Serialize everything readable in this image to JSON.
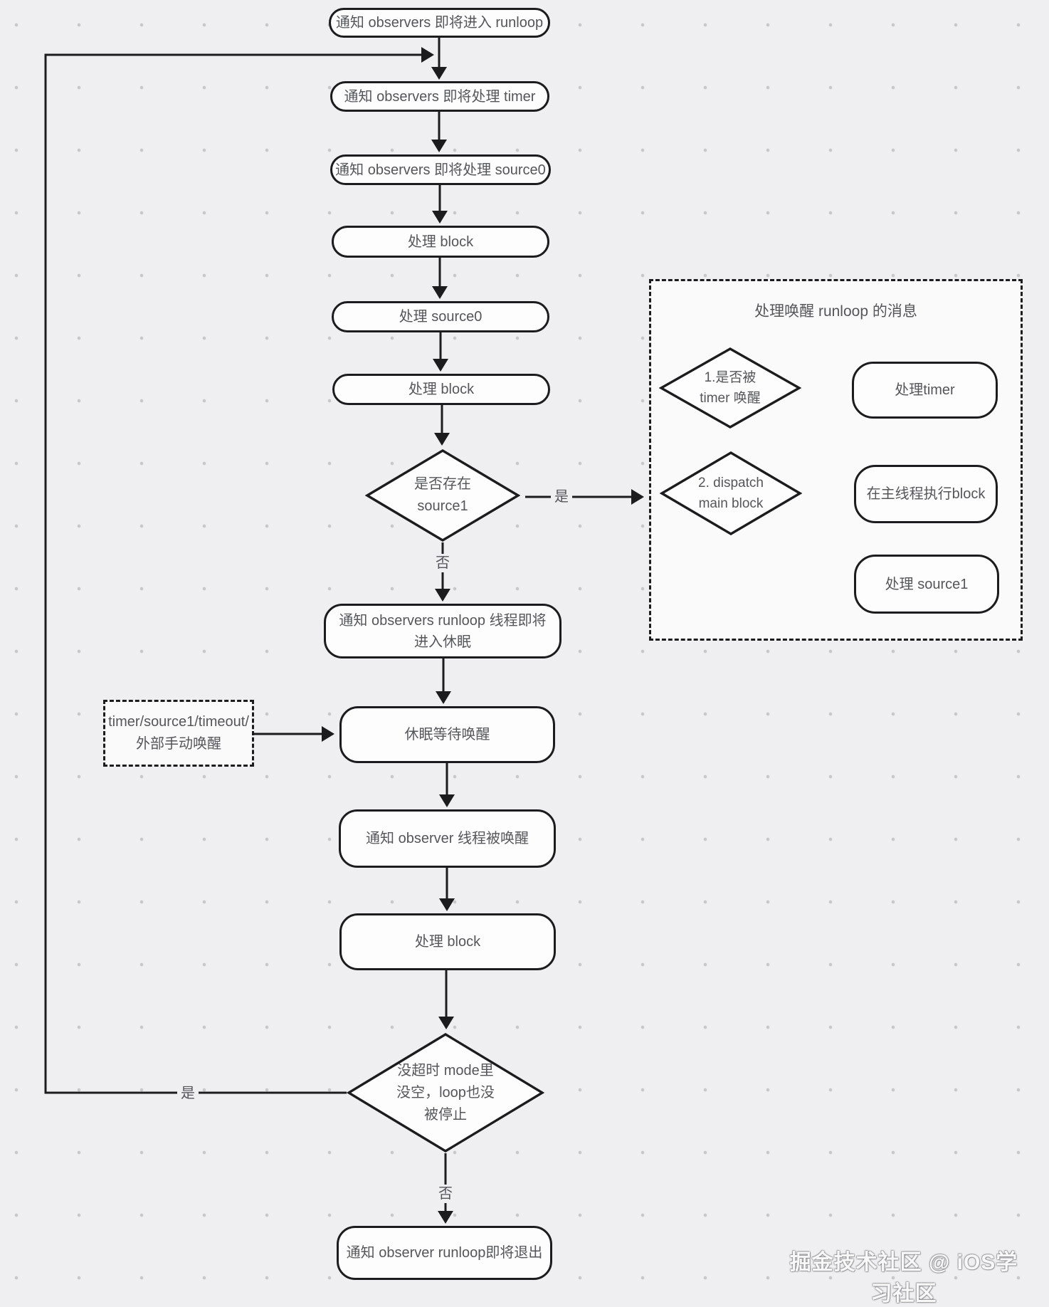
{
  "watermark": "掘金技术社区 @ iOS学习社区",
  "labels": {
    "yes": "是",
    "no": "否"
  },
  "colors": {
    "background": "#efeff1",
    "line": "#1c1c1e",
    "node_fill": "#fdfdfe",
    "text": "#55565a"
  },
  "flow": {
    "enter": "通知 observers 即将进入 runloop",
    "will_timer": "通知 observers 即将处理 timer",
    "will_source0": "通知 observers 即将处理 source0",
    "block1": "处理 block",
    "source0": "处理 source0",
    "block2": "处理 block",
    "has_source1": "是否存在\nsource1",
    "will_sleep": "通知 observers runloop 线程即将\n进入休眠",
    "wake_sources": "timer/source1/timeout/\n外部手动唤醒",
    "sleep": "休眠等待唤醒",
    "woken": "通知 observer 线程被唤醒",
    "block3": "处理 block",
    "loop_check": "没超时 mode里\n没空，loop也没\n被停止",
    "exit": "通知 observer runloop即将退出"
  },
  "wake_group": {
    "title": "处理唤醒 runloop 的消息",
    "timer_check": "1.是否被\ntimer 唤醒",
    "handle_timer": "处理timer",
    "dispatch_check": "2. dispatch\nmain block",
    "main_block": "在主线程执行block",
    "handle_source1": "处理 source1"
  }
}
